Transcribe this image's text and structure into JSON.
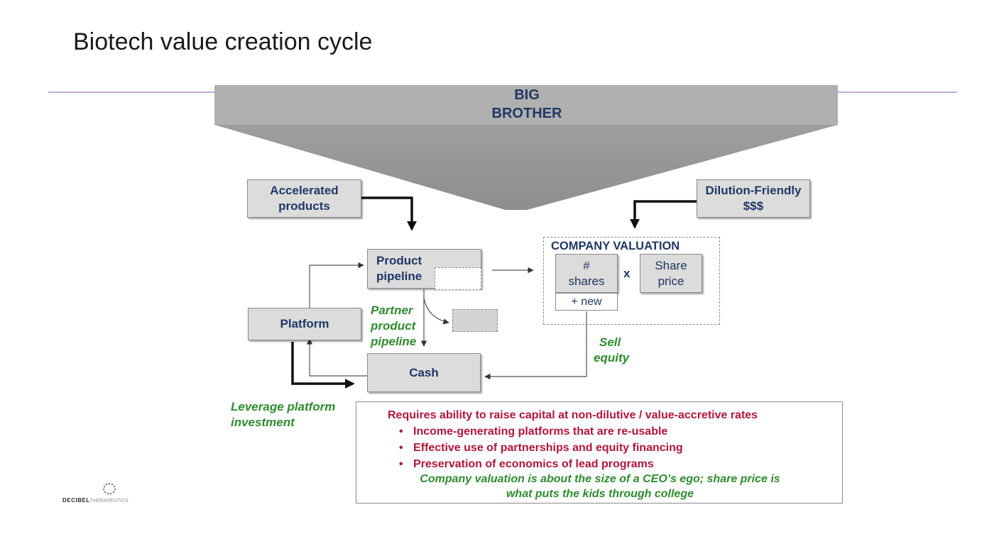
{
  "title": "Biotech value creation cycle",
  "funnel": {
    "line1": "BIG",
    "line2": "BROTHER"
  },
  "boxes": {
    "accelerated": {
      "line1": "Accelerated",
      "line2": "products"
    },
    "dilution": {
      "line1": "Dilution-Friendly",
      "line2": "$$$"
    },
    "pipeline": {
      "line1": "Product",
      "line2": "pipeline"
    },
    "platform": "Platform",
    "cash": "Cash",
    "shares": {
      "line1": "#",
      "line2": "shares"
    },
    "share_price": {
      "line1": "Share",
      "line2": "price"
    },
    "new": "+ new"
  },
  "company_valuation": "COMPANY VALUATION",
  "multiply": "x",
  "labels": {
    "partner": [
      "Partner",
      "product",
      "pipeline"
    ],
    "sell": [
      "Sell",
      "equity"
    ],
    "leverage": [
      "Leverage platform",
      "investment"
    ]
  },
  "requirements": {
    "heading": "Requires ability to raise capital at non-dilutive / value-accretive rates",
    "bullets": [
      "Income-generating platforms that are re-usable",
      "Effective use of partnerships and equity financing",
      "Preservation of economics of lead programs"
    ],
    "quote_line1": "Company valuation  is about the size of a CEO’s ego; share price is",
    "quote_line2": "what puts the kids through college"
  },
  "logo": {
    "brand": "DECIBEL",
    "suffix": "THERAPEUTICS"
  },
  "colors": {
    "navy": "#1f3864",
    "green": "#2e8b2e",
    "red": "#b0163a",
    "rule": "#c8a8d8"
  }
}
